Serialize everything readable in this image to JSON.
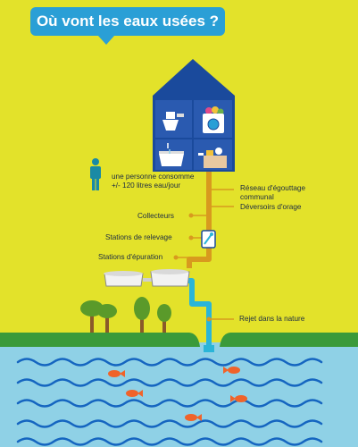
{
  "title": "Où vont les eaux usées ?",
  "person_note": {
    "line1": "une personne consomme",
    "line2": "+/- 120 litres eau/jour"
  },
  "labels": {
    "reseau_line1": "Réseau d'égouttage",
    "reseau_line2": "communal",
    "deversoirs": "Déversoirs d'orage",
    "collecteurs": "Collecteurs",
    "relevage": "Stations de relevage",
    "epuration": "Stations d'épuration",
    "rejet": "Rejet dans la nature"
  },
  "colors": {
    "background": "#e3e22a",
    "house": "#1a4a9c",
    "pipe_wastewater": "#d89a1e",
    "pipe_clean": "#2ab5d8",
    "water": "#8fd1e6",
    "waves": "#1565c0",
    "grass": "#3a9a3a",
    "fish": "#f0632a",
    "title_bubble": "#2a9fd6"
  },
  "icons": [
    "person-icon",
    "toilet-icon",
    "washing-machine-icon",
    "bathtub-icon",
    "sink-icon",
    "pump-icon",
    "treatment-tank-icon",
    "tree-icon",
    "fish-icon"
  ]
}
